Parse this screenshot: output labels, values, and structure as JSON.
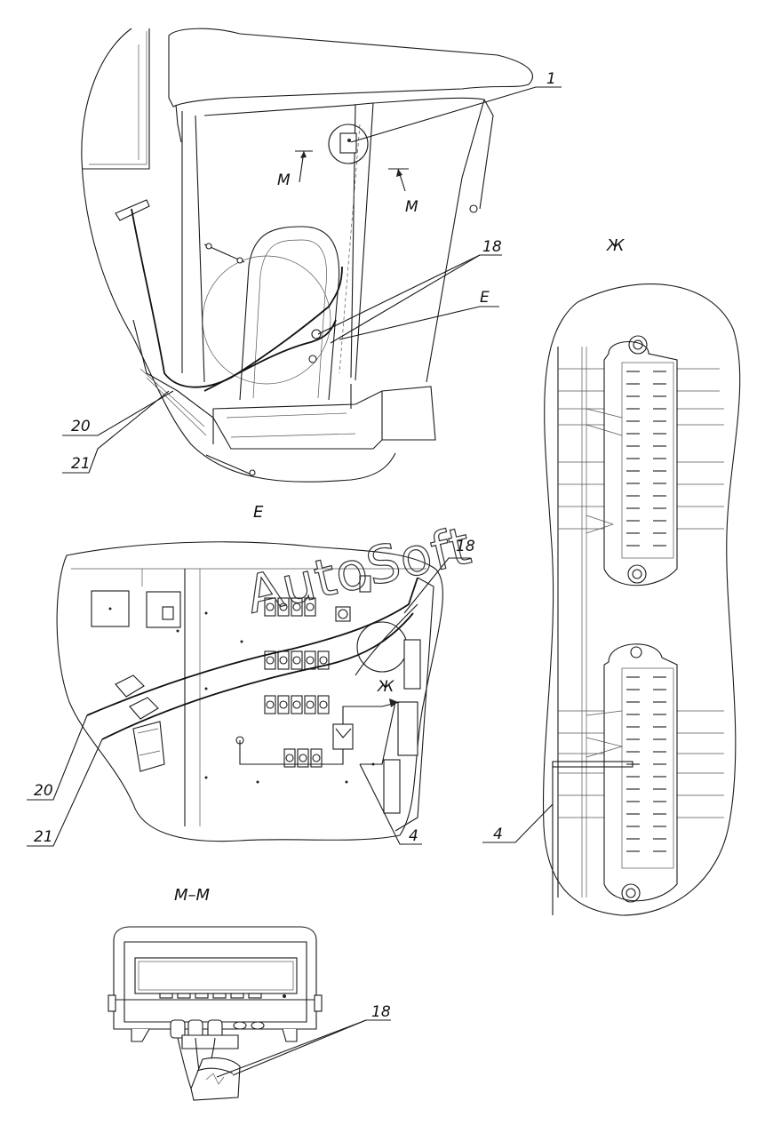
{
  "watermark": "AutoSoft",
  "view_titles": {
    "view_e": "Е",
    "view_zh": "Ж",
    "section_mm": "М–М"
  },
  "section_marks": [
    "М",
    "М"
  ],
  "callouts": {
    "top": [
      "1",
      "18",
      "Е",
      "20",
      "21"
    ],
    "view_e": [
      "18",
      "Ж",
      "4",
      "20",
      "21"
    ],
    "view_zh": [
      "4"
    ],
    "section_mm": [
      "18"
    ]
  }
}
